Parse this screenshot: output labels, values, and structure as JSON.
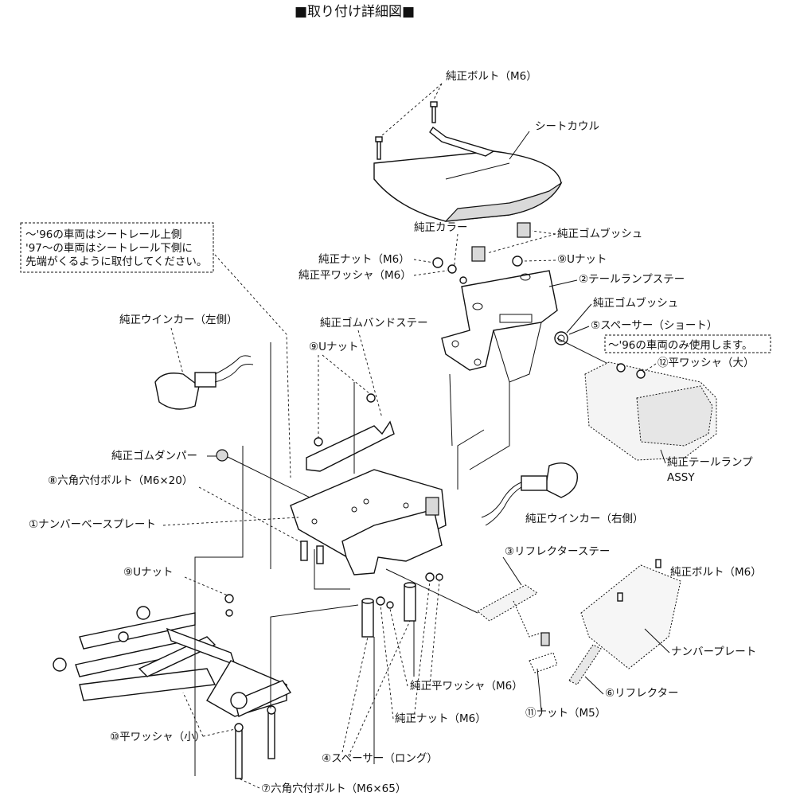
{
  "title": "■取り付け詳細図■",
  "note_box": {
    "lines": [
      "～'96の車両はシートレール上側",
      "'97～の車両はシートレール下側に",
      "先端がくるように取付してください。"
    ]
  },
  "note_96": "～'96の車両のみ使用します。",
  "labels": {
    "genuine_bolt_top": "純正ボルト（M6）",
    "seat_cowl": "シートカウル",
    "genuine_collar": "純正カラー",
    "genuine_rubber_bush_1": "純正ゴムブッシュ",
    "genuine_nut_top": "純正ナット（M6）",
    "u_nut_top": "⑨Uナット",
    "genuine_flat_washer_top": "純正平ワッシャ（M6）",
    "tail_lamp_stay": "②テールランプステー",
    "genuine_rubber_bush_2": "純正ゴムブッシュ",
    "spacer_short": "⑤スペーサー（ショート）",
    "flat_washer_large": "⑫平ワッシャ（大）",
    "winker_left": "純正ウインカー（左側）",
    "rubber_band_stay": "純正ゴムバンドステー",
    "u_nut_mid": "⑨Uナット",
    "tail_lamp_assy_1": "純正テールランプ",
    "tail_lamp_assy_2": "ASSY",
    "genuine_damper": "純正ゴムダンパー",
    "hex_bolt_m6x20": "⑧六角穴付ボルト（M6×20）",
    "number_base_plate": "①ナンバーベースプレート",
    "winker_right": "純正ウインカー（右側）",
    "reflector_stay": "③リフレクターステー",
    "genuine_bolt_right": "純正ボルト（M6）",
    "u_nut_low": "⑨Uナット",
    "number_plate": "ナンバープレート",
    "genuine_flat_washer_bottom": "純正平ワッシャ（M6）",
    "reflector": "⑥リフレクター",
    "nut_m5": "⑪ナット（M5）",
    "genuine_nut_bottom": "純正ナット（M6）",
    "flat_washer_small": "⑩平ワッシャ（小）",
    "spacer_long": "④スペーサー（ロング）",
    "hex_bolt_m6x65": "⑦六角穴付ボルト（M6×65）"
  },
  "colors": {
    "line": "#111111",
    "part_fill": "#ffffff",
    "shade": "#d9d9d9"
  }
}
